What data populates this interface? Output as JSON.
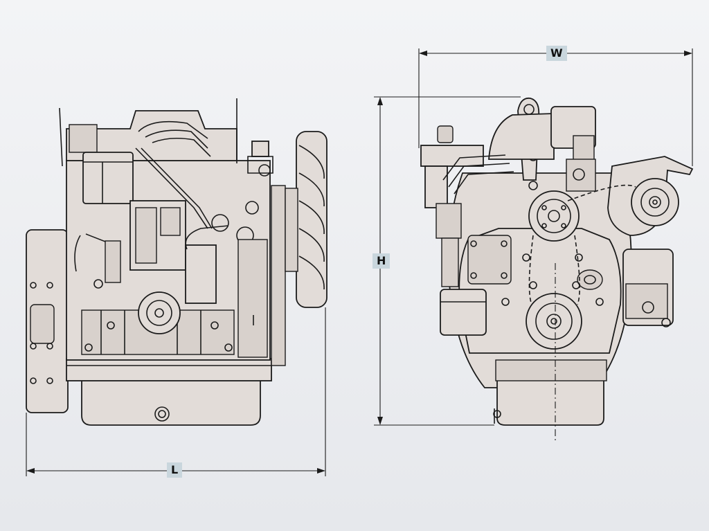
{
  "dimensions": {
    "width_label": "W",
    "height_label": "H",
    "length_label": "L"
  },
  "colors": {
    "background": "#eef0f3",
    "engine_fill": "#e2dcd8",
    "line": "#1b1b1b",
    "label_bg": "#c9d6dd"
  }
}
